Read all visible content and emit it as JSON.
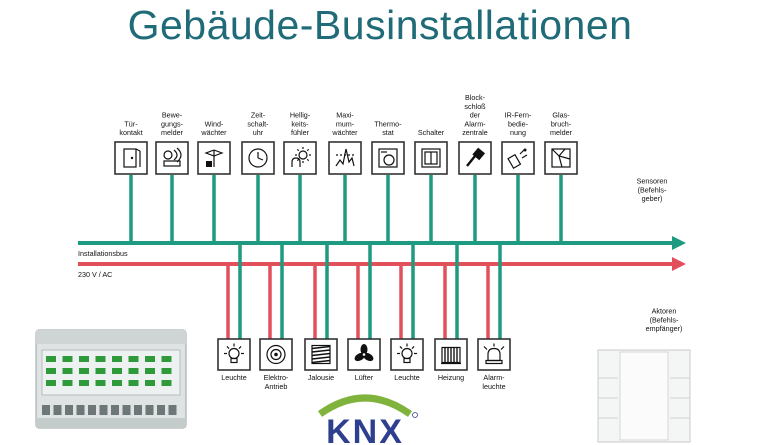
{
  "title": "Gebäude-Businstallationen",
  "colors": {
    "title": "#1f6b78",
    "bus": "#1e9a80",
    "power": "#e2505c",
    "frame": "#333333"
  },
  "bus_label": "Installationsbus",
  "power_label": "230 V / AC",
  "sensor_group_label": [
    "Sensoren",
    "(Befehls-",
    "geber)"
  ],
  "actor_group_label": [
    "Aktoren",
    "(Befehls-",
    "empfänger)"
  ],
  "sensors": [
    {
      "label": [
        "Tür-",
        "kontakt"
      ],
      "icon": "door-contact-icon"
    },
    {
      "label": [
        "Bewe-",
        "gungs-",
        "melder"
      ],
      "icon": "motion-detector-icon"
    },
    {
      "label": [
        "Wind-",
        "wächter"
      ],
      "icon": "wind-monitor-icon"
    },
    {
      "label": [
        "Zeit-",
        "schalt-",
        "uhr"
      ],
      "icon": "timer-clock-icon"
    },
    {
      "label": [
        "Hellig-",
        "keits-",
        "fühler"
      ],
      "icon": "brightness-sensor-icon"
    },
    {
      "label": [
        "Maxi-",
        "mum-",
        "wächter"
      ],
      "icon": "maximum-monitor-icon"
    },
    {
      "label": [
        "Thermo-",
        "stat"
      ],
      "icon": "thermostat-icon"
    },
    {
      "label": [
        "Schalter"
      ],
      "icon": "switch-icon"
    },
    {
      "label": [
        "Block-",
        "schloß",
        "der",
        "Alarm-",
        "zentrale"
      ],
      "icon": "key-lock-icon"
    },
    {
      "label": [
        "IR-Fern-",
        "bedie-",
        "nung"
      ],
      "icon": "ir-remote-icon"
    },
    {
      "label": [
        "Glas-",
        "bruch-",
        "melder"
      ],
      "icon": "glass-break-icon"
    }
  ],
  "actors": [
    {
      "label": [
        "Leuchte"
      ],
      "icon": "lamp-icon"
    },
    {
      "label": [
        "Elektro-",
        "Antrieb"
      ],
      "icon": "motor-icon"
    },
    {
      "label": [
        "Jalousie"
      ],
      "icon": "blind-icon"
    },
    {
      "label": [
        "Lüfter"
      ],
      "icon": "fan-icon"
    },
    {
      "label": [
        "Leuchte"
      ],
      "icon": "lamp-icon"
    },
    {
      "label": [
        "Heizung"
      ],
      "icon": "radiator-icon"
    },
    {
      "label": [
        "Alarm-",
        "leuchte"
      ],
      "icon": "alarm-light-icon"
    }
  ],
  "logo_text": "KNX"
}
